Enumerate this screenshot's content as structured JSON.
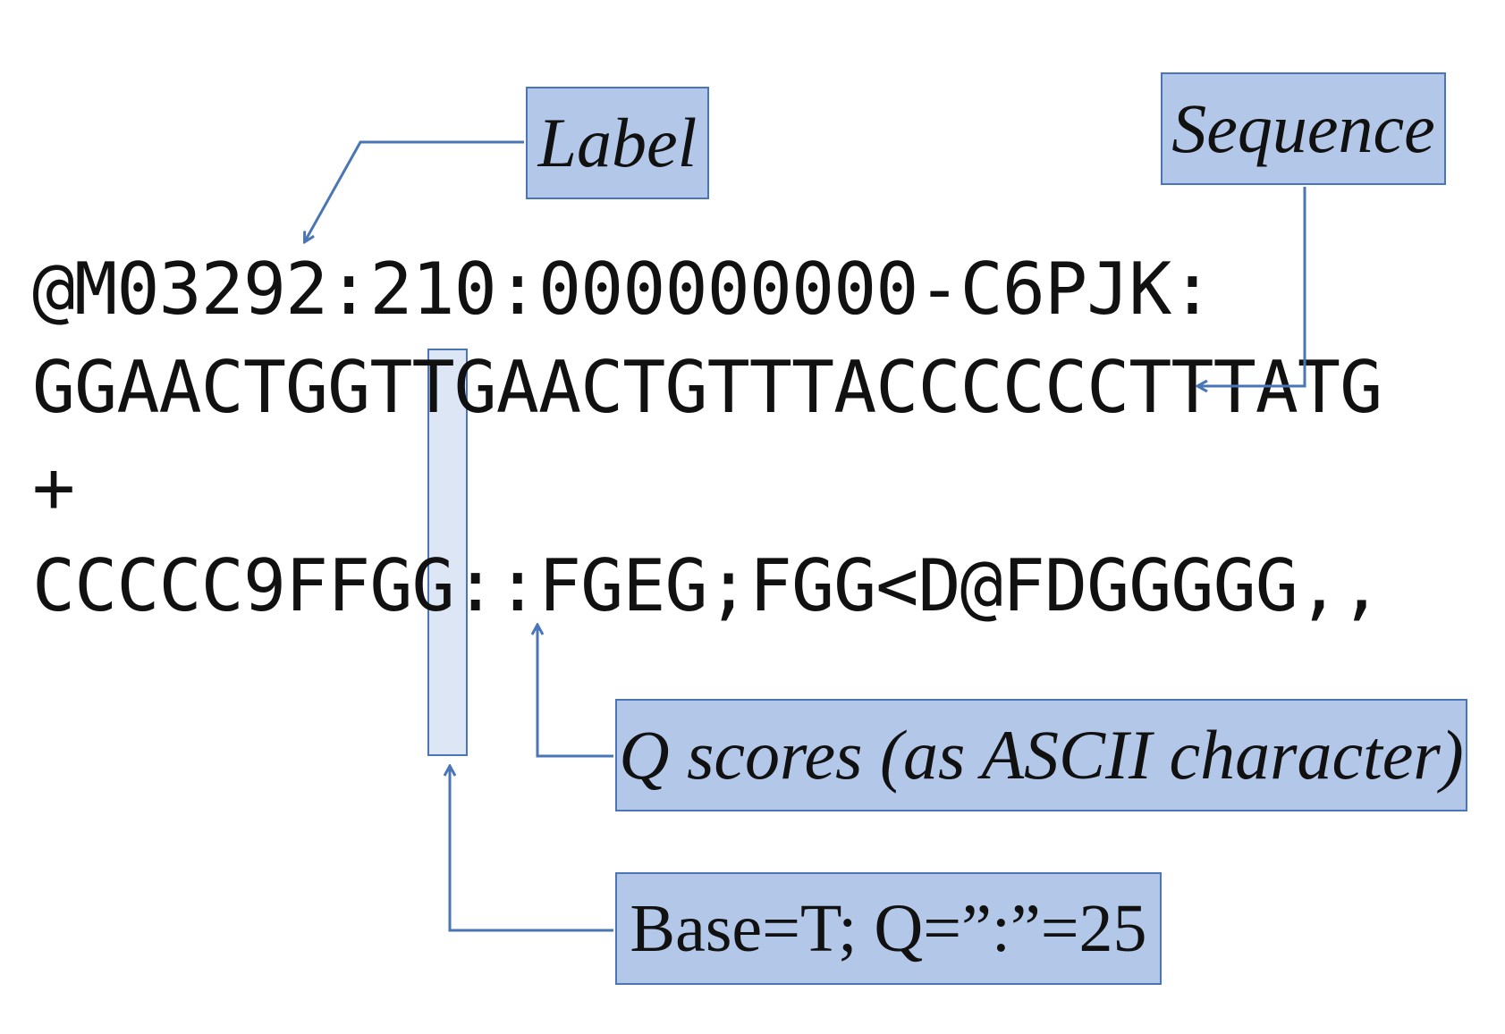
{
  "fastq_record": {
    "label_line": "@M03292:210:000000000-C6PJK:",
    "sequence_line": "GGAACTGGTTGAACTGTTTACCCCCCTTTATG",
    "plus_line": "+",
    "quality_line": "CCCCC9FFGG::FGEG;FGG<D@FDGGGGG,,"
  },
  "callouts": {
    "label": "Label",
    "sequence": "Sequence",
    "q_scores": "Q scores (as ASCII character)",
    "base_example": "Base=T; Q=”:”=25"
  },
  "colors": {
    "callout_fill": "#b3c7e8",
    "callout_border": "#4a76b8",
    "connector": "#4a76b8",
    "text": "#111111"
  }
}
